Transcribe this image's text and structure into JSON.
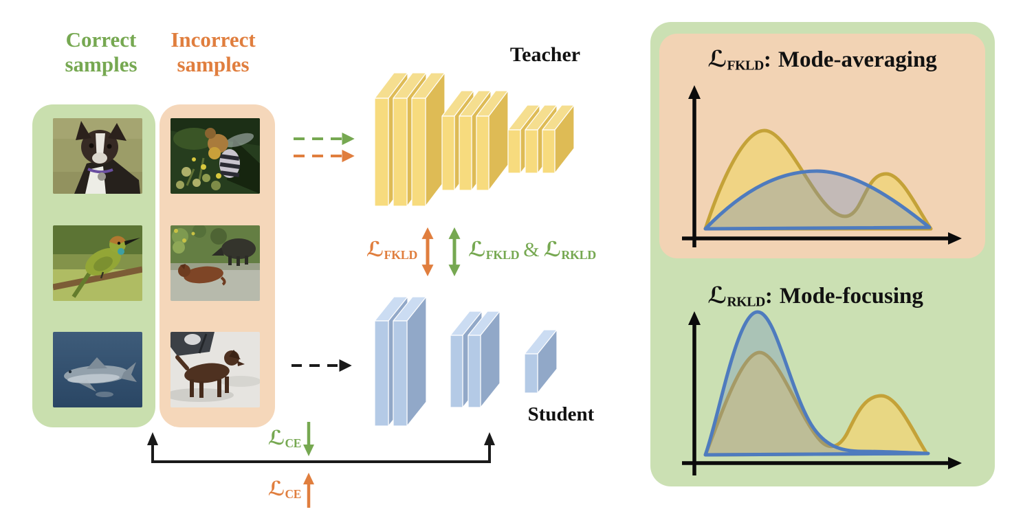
{
  "figure": {
    "description": "Knowledge distillation diagram: correct and incorrect samples fed to Teacher and Student networks with FKLD/RKLD losses, plus two density plots showing mode-averaging vs mode-focusing behavior"
  },
  "colors": {
    "green_accent": "#76A851",
    "orange_accent": "#E07E3E",
    "left_green_panel": "#C9DFAE",
    "left_orange_panel": "#F5D7BA",
    "right_green_panel": "#CBE0B3",
    "right_orange_panel": "#F2D3B4",
    "teacher_block": "#F7DB7E",
    "teacher_block_side": "#DEBB55",
    "student_block": "#B4CAE6",
    "student_block_side": "#91A8C8",
    "curve_gold": "#C4A238",
    "curve_blue": "#4E7BBE",
    "black": "#111111"
  },
  "left": {
    "correct_header": {
      "line1": "Correct",
      "line2": "samples"
    },
    "incorrect_header": {
      "line1": "Incorrect",
      "line2": "samples"
    },
    "correct_samples": [
      {
        "label": "boston-terrier dog on grass"
      },
      {
        "label": "green bee-eater bird on branch"
      },
      {
        "label": "shark underwater"
      }
    ],
    "incorrect_samples": [
      {
        "label": "bee on flowers"
      },
      {
        "label": "wild boar and lying dog on path"
      },
      {
        "label": "brown dog standing on snow"
      }
    ]
  },
  "network": {
    "teacher_label": "Teacher",
    "student_label": "Student"
  },
  "losses": {
    "fkld": {
      "sym": "ℒ",
      "sub": "FKLD"
    },
    "fkld_rkld": {
      "sym1": "ℒ",
      "sub1": "FKLD",
      "amp": "&",
      "sym2": "ℒ",
      "sub2": "RKLD"
    },
    "ce_down": {
      "sym": "ℒ",
      "sub": "CE"
    },
    "ce_up": {
      "sym": "ℒ",
      "sub": "CE"
    }
  },
  "right_panels": {
    "fkld": {
      "sym": "ℒ",
      "sub": "FKLD",
      "sep": ":",
      "title": "Mode-averaging"
    },
    "rkld": {
      "sym": "ℒ",
      "sub": "RKLD",
      "sep": ":",
      "title": "Mode-focusing"
    }
  },
  "chart_data": [
    {
      "type": "area",
      "panel": "fkld-mode-averaging",
      "title": "ℒFKLD: Mode-averaging",
      "xlabel": "",
      "ylabel": "",
      "axes_ticks": false,
      "x_range": [
        0,
        1
      ],
      "y_range": [
        0,
        1
      ],
      "series": [
        {
          "name": "teacher-distribution-bimodal",
          "color": "#C4A238",
          "x": [
            0,
            0.1,
            0.26,
            0.45,
            0.6,
            0.68,
            0.79,
            0.9,
            1.0
          ],
          "y": [
            0,
            0.45,
            1.0,
            0.45,
            0.13,
            0.3,
            0.55,
            0.25,
            0
          ]
        },
        {
          "name": "student-distribution-broad",
          "color": "#4E7BBE",
          "x": [
            0,
            0.25,
            0.49,
            0.75,
            1.0
          ],
          "y": [
            0,
            0.42,
            0.58,
            0.4,
            0.02
          ]
        }
      ]
    },
    {
      "type": "area",
      "panel": "rkld-mode-focusing",
      "title": "ℒRKLD: Mode-focusing",
      "xlabel": "",
      "ylabel": "",
      "axes_ticks": false,
      "x_range": [
        0,
        1
      ],
      "y_range": [
        0,
        1
      ],
      "series": [
        {
          "name": "teacher-distribution-bimodal",
          "color": "#C4A238",
          "x": [
            0,
            0.1,
            0.24,
            0.45,
            0.57,
            0.68,
            0.79,
            0.92,
            1.0
          ],
          "y": [
            0,
            0.35,
            0.72,
            0.3,
            0.05,
            0.2,
            0.42,
            0.1,
            0
          ]
        },
        {
          "name": "student-distribution-focused",
          "color": "#4E7BBE",
          "x": [
            0,
            0.1,
            0.23,
            0.4,
            0.55,
            0.75,
            1.0
          ],
          "y": [
            0,
            0.45,
            1.0,
            0.35,
            0.05,
            0.02,
            0.01
          ]
        }
      ]
    }
  ]
}
